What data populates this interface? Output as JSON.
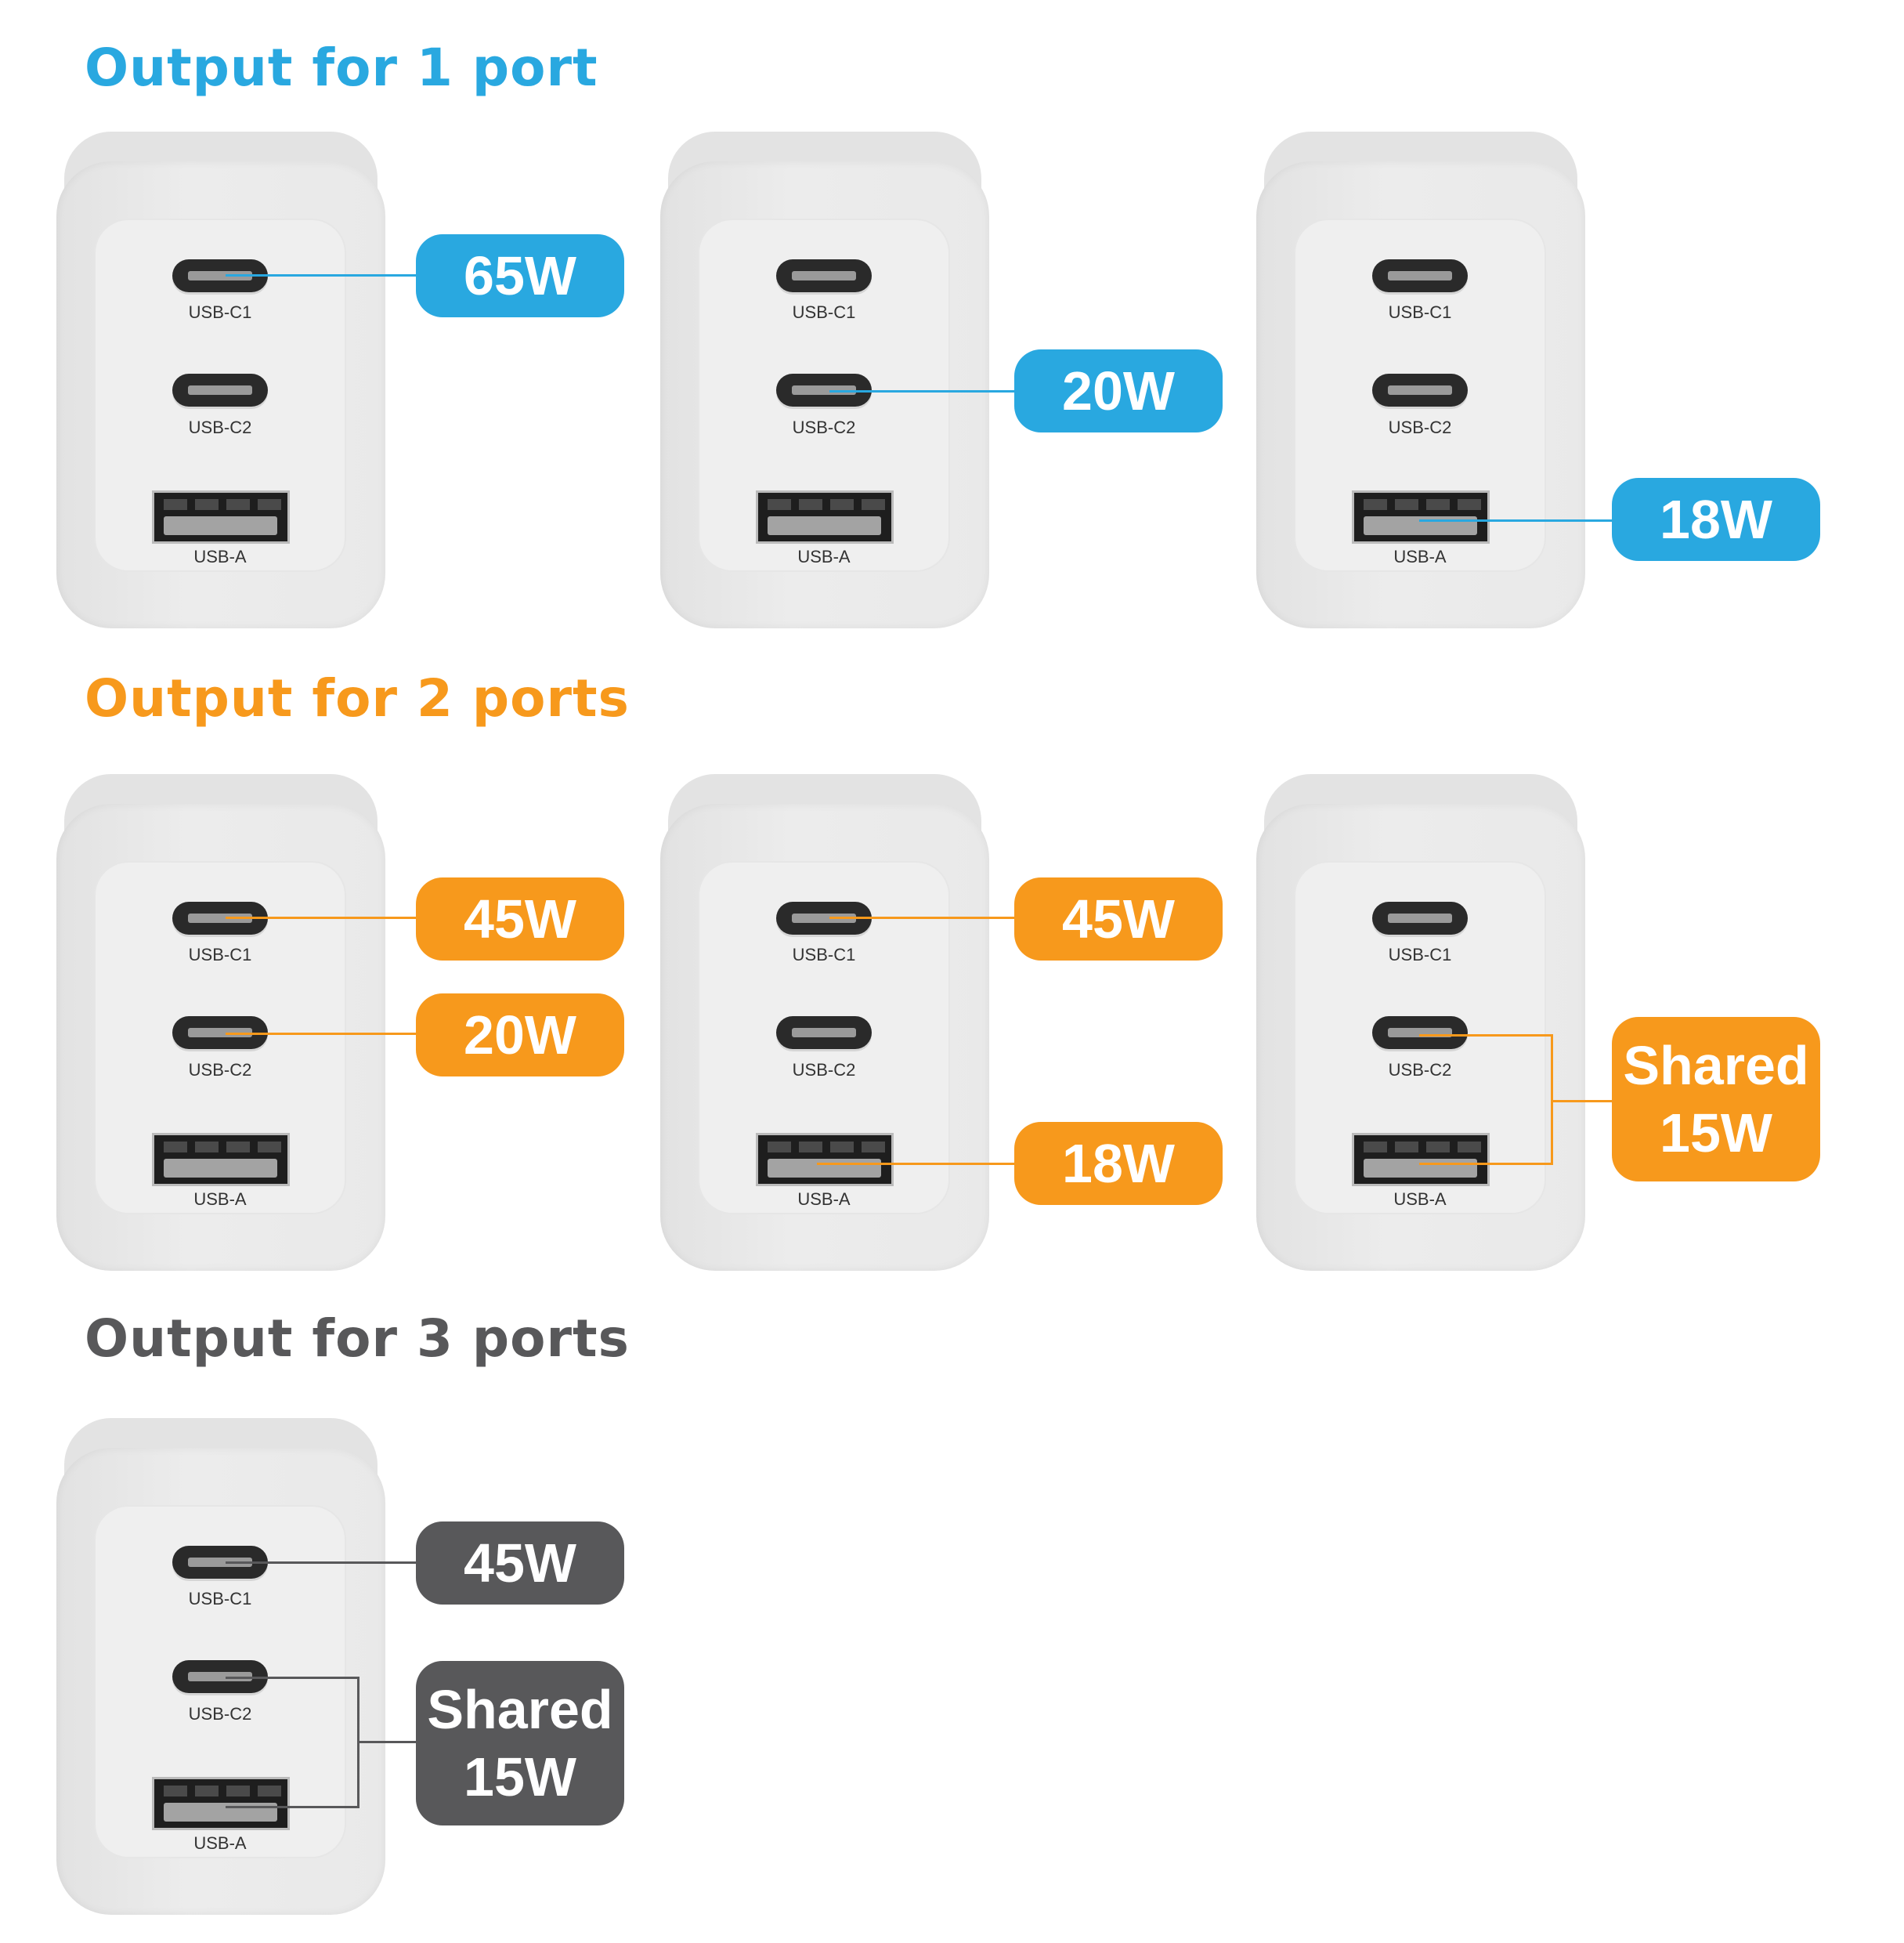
{
  "colors": {
    "one_port": "#29a8e0",
    "two_port": "#f7991c",
    "three_port": "#58585a"
  },
  "sections": {
    "one_port": {
      "title": "Output for 1 port",
      "chargers": [
        {
          "ports": {
            "c1": "USB-C1",
            "c2": "USB-C2",
            "a": "USB-A"
          },
          "badges": [
            {
              "text": "65W",
              "port": "USB-C1"
            }
          ]
        },
        {
          "ports": {
            "c1": "USB-C1",
            "c2": "USB-C2",
            "a": "USB-A"
          },
          "badges": [
            {
              "text": "20W",
              "port": "USB-C2"
            }
          ]
        },
        {
          "ports": {
            "c1": "USB-C1",
            "c2": "USB-C2",
            "a": "USB-A"
          },
          "badges": [
            {
              "text": "18W",
              "port": "USB-A"
            }
          ]
        }
      ]
    },
    "two_port": {
      "title": "Output for 2 ports",
      "chargers": [
        {
          "ports": {
            "c1": "USB-C1",
            "c2": "USB-C2",
            "a": "USB-A"
          },
          "badges": [
            {
              "text": "45W",
              "port": "USB-C1"
            },
            {
              "text": "20W",
              "port": "USB-C2"
            }
          ]
        },
        {
          "ports": {
            "c1": "USB-C1",
            "c2": "USB-C2",
            "a": "USB-A"
          },
          "badges": [
            {
              "text": "45W",
              "port": "USB-C1"
            },
            {
              "text": "18W",
              "port": "USB-A"
            }
          ]
        },
        {
          "ports": {
            "c1": "USB-C1",
            "c2": "USB-C2",
            "a": "USB-A"
          },
          "badges": [
            {
              "line1": "Shared",
              "line2": "15W",
              "port": "USB-C2 + USB-A"
            }
          ]
        }
      ]
    },
    "three_port": {
      "title": "Output for 3 ports",
      "chargers": [
        {
          "ports": {
            "c1": "USB-C1",
            "c2": "USB-C2",
            "a": "USB-A"
          },
          "badges": [
            {
              "text": "45W",
              "port": "USB-C1"
            },
            {
              "line1": "Shared",
              "line2": "15W",
              "port": "USB-C2 + USB-A"
            }
          ]
        }
      ]
    }
  }
}
